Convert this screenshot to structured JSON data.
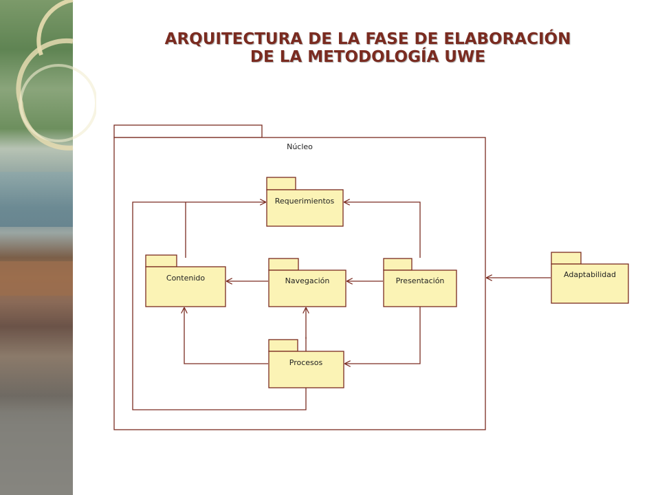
{
  "slide": {
    "title_line1": "ARQUITECTURA DE LA FASE DE ELABORACIÓN",
    "title_line2": "DE LA METODOLOGÍA UWE",
    "title_color": "#7a2b20"
  },
  "diagram": {
    "frame_label": "Núcleo",
    "line_color": "#7a2b20",
    "package_fill": "#fbf3b5",
    "packages": {
      "requerimientos": "Requerimientos",
      "contenido": "Contenido",
      "navegacion": "Navegación",
      "presentacion": "Presentación",
      "procesos": "Procesos",
      "adaptabilidad": "Adaptabilidad"
    }
  }
}
